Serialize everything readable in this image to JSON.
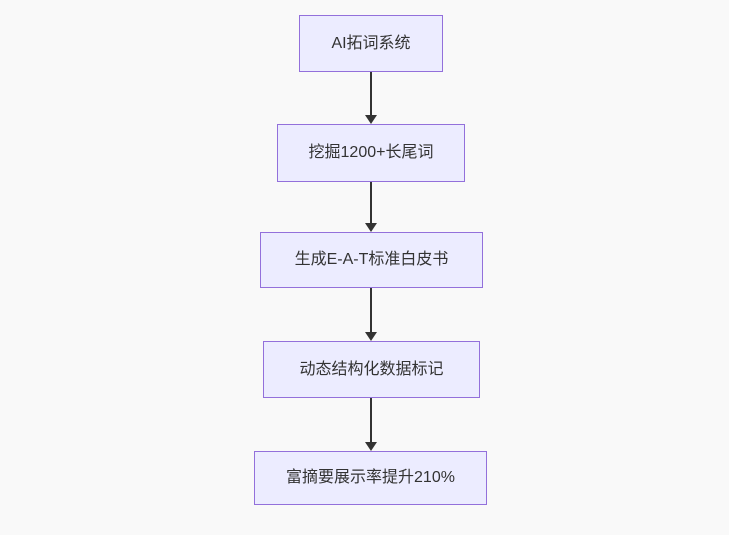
{
  "flowchart": {
    "direction": "top-down",
    "nodes": [
      {
        "label": "AI拓词系统"
      },
      {
        "label": "挖掘1200+长尾词"
      },
      {
        "label": "生成E-A-T标准白皮书"
      },
      {
        "label": "动态结构化数据标记"
      },
      {
        "label": "富摘要展示率提升210%"
      }
    ],
    "edges": [
      {
        "from": 0,
        "to": 1
      },
      {
        "from": 1,
        "to": 2
      },
      {
        "from": 2,
        "to": 3
      },
      {
        "from": 3,
        "to": 4
      }
    ]
  },
  "colors": {
    "background": "#f9f9f9",
    "node_fill": "#ECECFF",
    "node_border": "#9370DB",
    "text": "#333333",
    "arrow": "#333333"
  }
}
